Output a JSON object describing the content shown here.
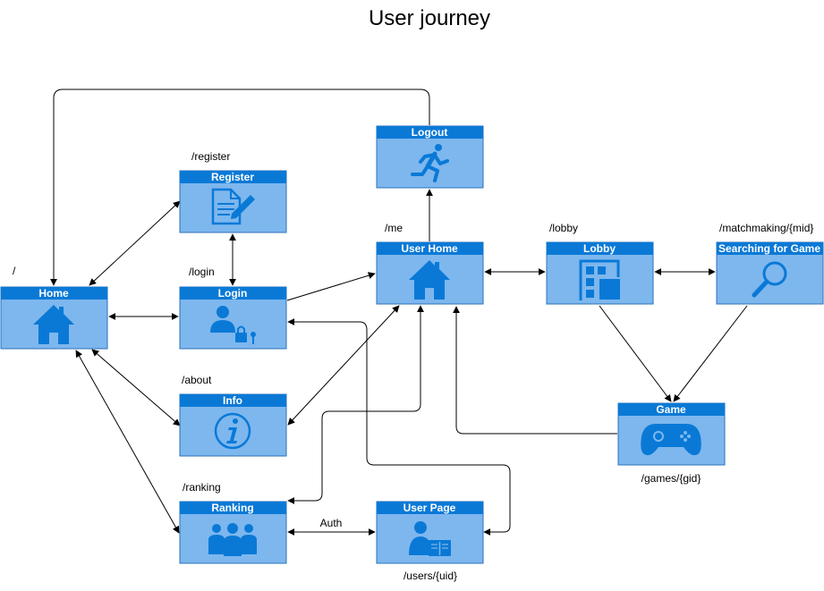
{
  "title": "User journey",
  "nodes": {
    "home": {
      "label": "Home",
      "route": "/",
      "icon": "house-icon"
    },
    "login": {
      "label": "Login",
      "route": "/login",
      "icon": "user-lock-icon"
    },
    "register": {
      "label": "Register",
      "route": "/register",
      "icon": "form-edit-icon"
    },
    "info": {
      "label": "Info",
      "route": "/about",
      "icon": "info-icon"
    },
    "ranking": {
      "label": "Ranking",
      "route": "/ranking",
      "icon": "group-users-icon"
    },
    "user_page": {
      "label": "User Page",
      "route": "/users/{uid}",
      "icon": "user-book-icon"
    },
    "logout": {
      "label": "Logout",
      "icon": "running-person-icon"
    },
    "user_home": {
      "label": "User Home",
      "route": "/me",
      "icon": "house-icon"
    },
    "lobby": {
      "label": "Lobby",
      "route": "/lobby",
      "icon": "grid-tiles-icon"
    },
    "searching": {
      "label": "Searching for Game",
      "route": "/matchmaking/{mid}",
      "icon": "magnifier-icon"
    },
    "game": {
      "label": "Game",
      "route": "/games/{gid}",
      "icon": "gamepad-icon"
    }
  },
  "edge_labels": {
    "auth": "Auth"
  },
  "colors": {
    "header": "#0a79d6",
    "body": "#7db7ee",
    "border": "#2c72b8",
    "icon": "#0a79d6"
  }
}
